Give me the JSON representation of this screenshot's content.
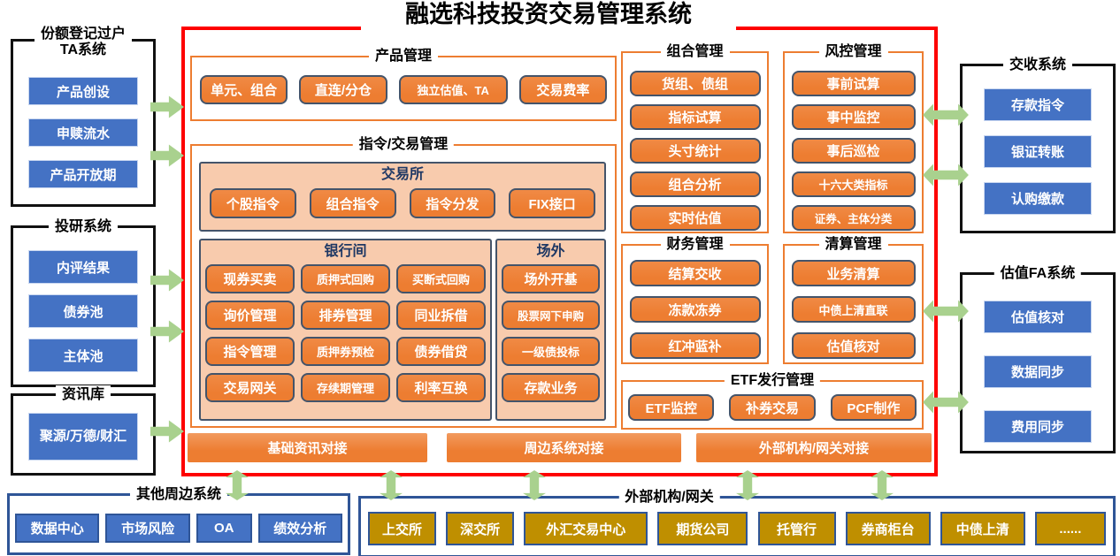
{
  "title": "融选科技投资交易管理系统",
  "colors": {
    "core_border": "#FE0000",
    "orange": "#ED7D31",
    "peach": "#F8CBAD",
    "navy_border": "#44546A",
    "blue": "#4472C4",
    "dark_blue_border": "#2F5597",
    "gold": "#BF8F00",
    "arrow_green": "#A9D18E"
  },
  "left": {
    "ta": {
      "title_line1": "份额登记过户",
      "title_line2": "TA系统",
      "items": [
        "产品创设",
        "申赎流水",
        "产品开放期"
      ]
    },
    "research": {
      "title": "投研系统",
      "items": [
        "内评结果",
        "债券池",
        "主体池"
      ]
    },
    "info": {
      "title": "资讯库",
      "items": [
        "聚源/万德/财汇"
      ]
    }
  },
  "main": {
    "product": {
      "title": "产品管理",
      "items": [
        "单元、组合",
        "直连/分仓",
        "独立估值、TA",
        "交易费率"
      ]
    },
    "order": {
      "title": "指令/交易管理"
    },
    "exchange": {
      "title": "交易所",
      "items": [
        "个股指令",
        "组合指令",
        "指令分发",
        "FIX接口"
      ]
    },
    "interbank": {
      "title": "银行间",
      "items": [
        "现券买卖",
        "质押式回购",
        "买断式回购",
        "询价管理",
        "排券管理",
        "同业拆借",
        "指令管理",
        "质押券预检",
        "债券借贷",
        "交易网关",
        "存续期管理",
        "利率互换"
      ]
    },
    "otc": {
      "title": "场外",
      "items": [
        "场外开基",
        "股票网下申购",
        "一级债投标",
        "存款业务"
      ]
    },
    "portfolio": {
      "title": "组合管理",
      "items": [
        "货组、债组",
        "指标试算",
        "头寸统计",
        "组合分析",
        "实时估值"
      ]
    },
    "risk": {
      "title": "风控管理",
      "items": [
        "事前试算",
        "事中监控",
        "事后巡检",
        "十六大类指标",
        "证券、主体分类"
      ]
    },
    "finance": {
      "title": "财务管理",
      "items": [
        "结算交收",
        "冻款冻券",
        "红冲蓝补"
      ]
    },
    "clearing": {
      "title": "清算管理",
      "items": [
        "业务清算",
        "中债上清直联",
        "估值核对"
      ]
    },
    "etf": {
      "title": "ETF发行管理",
      "items": [
        "ETF监控",
        "补券交易",
        "PCF制作"
      ]
    },
    "bars": [
      "基础资讯对接",
      "周边系统对接",
      "外部机构/网关对接"
    ]
  },
  "right": {
    "settlement": {
      "title": "交收系统",
      "items": [
        "存款指令",
        "银证转账",
        "认购缴款"
      ]
    },
    "valuation": {
      "title": "估值FA系统",
      "items": [
        "估值核对",
        "数据同步",
        "费用同步"
      ]
    }
  },
  "bottom": {
    "peripheral": {
      "title": "其他周边系统",
      "items": [
        "数据中心",
        "市场风险",
        "OA",
        "绩效分析"
      ]
    },
    "external": {
      "title": "外部机构/网关",
      "items": [
        "上交所",
        "深交所",
        "外汇交易中心",
        "期货公司",
        "托管行",
        "券商柜台",
        "中债上清",
        "......"
      ]
    }
  }
}
